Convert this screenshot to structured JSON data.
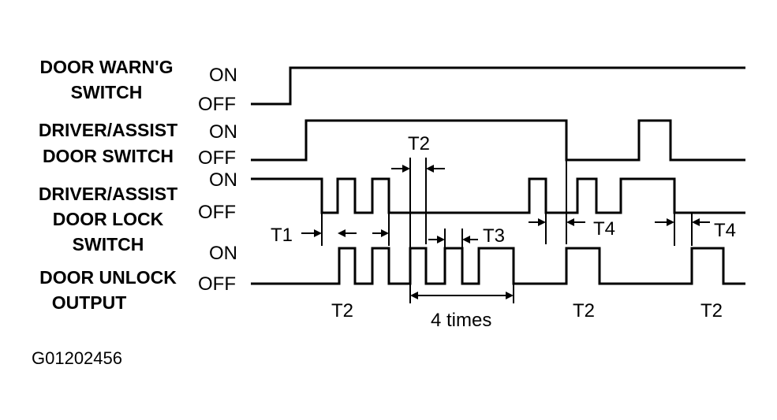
{
  "signals": [
    {
      "id": "warn",
      "lines": [
        "DOOR WARN'G",
        "SWITCH"
      ],
      "on": "ON",
      "off": "OFF"
    },
    {
      "id": "door",
      "lines": [
        "DRIVER/ASSIST",
        "DOOR SWITCH"
      ],
      "on": "ON",
      "off": "OFF"
    },
    {
      "id": "lock",
      "lines": [
        "DRIVER/ASSIST",
        "DOOR LOCK",
        "SWITCH"
      ],
      "on": "ON",
      "off": "OFF"
    },
    {
      "id": "unlock",
      "lines": [
        "DOOR UNLOCK",
        "OUTPUT"
      ],
      "on": "ON",
      "off": "OFF"
    }
  ],
  "timing_labels": {
    "t1": "T1",
    "t2_top": "T2",
    "t3": "T3",
    "t4_a": "T4",
    "t4_b": "T4",
    "t2_a": "T2",
    "t2_b": "T2",
    "t2_c": "T2",
    "four_times": "4 times"
  },
  "figure_id": "G01202456",
  "colors": {
    "line": "#000000",
    "background": "#ffffff"
  }
}
